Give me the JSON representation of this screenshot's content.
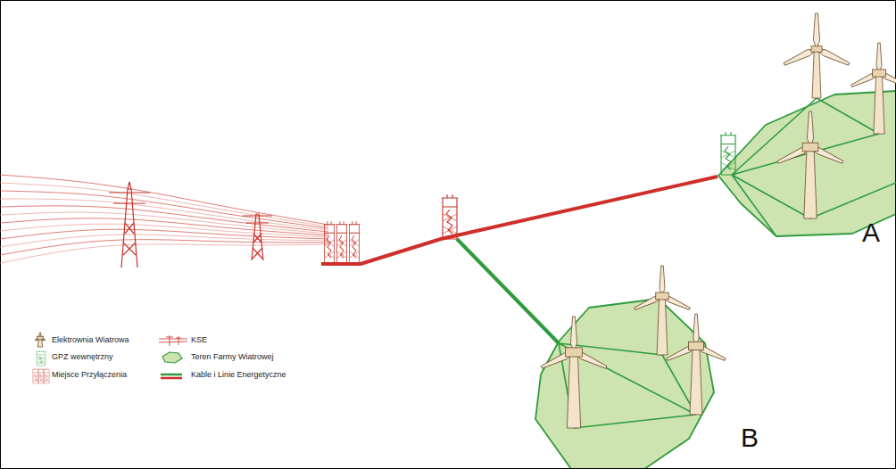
{
  "diagram": {
    "nodes": [
      {
        "text": [
          "A"
        ]
      },
      {
        "text": [
          "B"
        ]
      }
    ],
    "legend": [
      {
        "text": "Elektrownia Wiatrowa"
      },
      {
        "text": "GPZ wewnętrzny"
      },
      {
        "text": "Miejsce Przyłączenia"
      },
      {
        "text": "KSE"
      },
      {
        "text": "Teren Farmy Wiatrowej"
      },
      {
        "text": "Kable i Linie Energetyczne"
      }
    ]
  }
}
